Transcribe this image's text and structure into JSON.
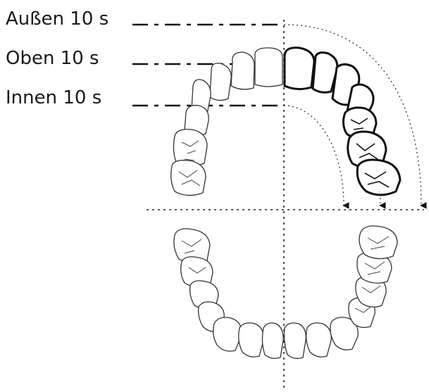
{
  "labels": {
    "outer": "Außen 10 s",
    "top": "Oben 10 s",
    "inner": "Innen 10 s"
  },
  "colors": {
    "outline": "#333333",
    "highlight": "#111111",
    "background": "#ffffff"
  }
}
